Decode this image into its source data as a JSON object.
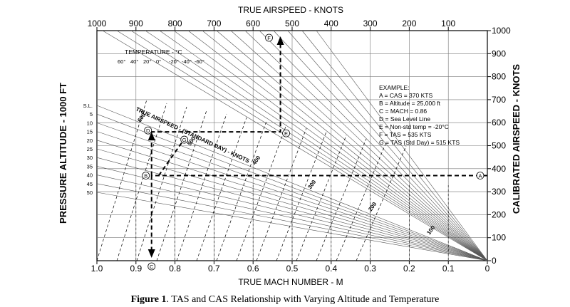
{
  "chart_data": {
    "type": "line",
    "title": "",
    "top_axis": {
      "label": "TRUE AIRSPEED  -  KNOTS",
      "ticks": [
        "1000",
        "900",
        "800",
        "700",
        "600",
        "500",
        "400",
        "300",
        "200",
        "100"
      ]
    },
    "bottom_axis": {
      "label": "TRUE MACH NUMBER  -  M",
      "ticks": [
        "1.0",
        "0.9",
        "0.8",
        "0.7",
        "0.6",
        "0.5",
        "0.4",
        "0.3",
        "0.2",
        "0.1",
        "0"
      ]
    },
    "right_axis": {
      "label": "CALIBRATED AIRSPEED  -  KNOTS",
      "ticks": [
        "1000",
        "900",
        "800",
        "700",
        "600",
        "500",
        "400",
        "300",
        "200",
        "100",
        "0"
      ],
      "range": [
        0,
        1000
      ]
    },
    "left_axis": {
      "label": "PRESSURE ALTITUDE  -  1000 FT",
      "ticks": [
        "S.L.",
        "5",
        "10",
        "15",
        "20",
        "25",
        "30",
        "35",
        "40",
        "45",
        "50"
      ]
    },
    "x_range": [
      1.0,
      0
    ],
    "temperature_block": {
      "label": "TEMPERATURE - °C",
      "values": [
        "60°",
        "40°",
        "20°",
        "0°",
        "-20°",
        "-40°",
        "-60°"
      ]
    },
    "tas_std_label": "TRUE AIRSPEED - (STANDARD DAY) - KNOTS",
    "tas_std_lines": [
      "600",
      "500",
      "400",
      "300",
      "200",
      "100"
    ],
    "example": {
      "title": "EXAMPLE:",
      "lines": [
        "A = CAS = 370 KTS",
        "B = Altitude = 25,000 ft",
        "C = MACH = 0.86",
        "D = Sea Level Line",
        "E = Non-std temp = -20°C",
        "F = TAS = 535 KTS",
        "G = TAS (Std Day) = 515 KTS"
      ]
    },
    "points": [
      {
        "name": "A",
        "cas": 370
      },
      {
        "name": "B",
        "altitude_kft": 25,
        "mach": 0.86
      },
      {
        "name": "C",
        "mach": 0.86
      },
      {
        "name": "D",
        "mach": 0.86
      },
      {
        "name": "E",
        "temp_c": -20
      },
      {
        "name": "F",
        "tas_kts": 535
      },
      {
        "name": "G",
        "tas_kts": 515
      }
    ],
    "grid": true
  },
  "caption": {
    "figure": "Figure 1",
    "text": ".  TAS and CAS Relationship with Varying Altitude and Temperature"
  }
}
